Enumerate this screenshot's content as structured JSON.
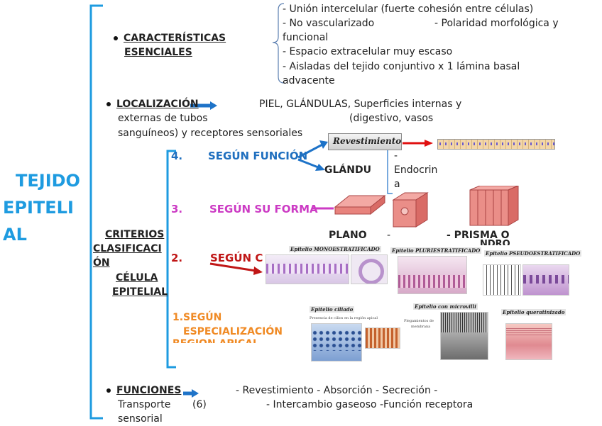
{
  "title": {
    "line1": "TEJIDO",
    "line2": "EPITELI",
    "line3": "AL"
  },
  "caracteristicas": {
    "label_line1": "CARACTERÍSTICAS",
    "label_line2": "ESENCIALES",
    "items": [
      "- Unión intercelular (fuerte cohesión entre células)",
      "- No vascularizado",
      "- Polaridad morfológica y",
      "funcional",
      "- Espacio extracelular muy escaso",
      "- Aisladas del tejido conjuntivo x 1 lámina basal",
      "advacente"
    ]
  },
  "localizacion": {
    "label": "LOCALIZACIÓN",
    "line1a": "PIEL, GLÁNDULAS, Superficies internas y",
    "line2a": "externas de tubos",
    "line2b": "(digestivo, vasos",
    "line3": "sanguíneos) y receptores sensoriales"
  },
  "criterios": {
    "line1": "CRITERIOS",
    "line2": "CLASIFICACI",
    "line3": "ÓN",
    "line4": "CÉLULA",
    "line5": "EPITELIAL"
  },
  "funcion": {
    "number": "4.",
    "label": "SEGÚN FUNCIÓN",
    "revestimiento": "Revestimiento",
    "glandular": "GLÁNDU",
    "dash": "-",
    "endocrina1": "Endocrin",
    "endocrina2": "a"
  },
  "forma": {
    "number": "3.",
    "label": "SEGÚN SU FORMA",
    "plano": "PLANO",
    "dash": "-",
    "prisma1": "- PRISMA O",
    "prisma2": "NDRO"
  },
  "capas": {
    "number": "2.",
    "label": "SEGÚN C",
    "img1": "Epitelio MONOESTRATIFICADO",
    "img2": "Epitelio PLURIESTRATIFICADO",
    "img3": "Epitelio PSEUDOESTRATIFICADO"
  },
  "especializacion": {
    "line1": "1.SEGÚN",
    "line2": "ESPECIALIZACIÓN",
    "line3": "REGIÓN APICAL",
    "img1": "Epitelio ciliado",
    "img1_caption": "Presencia de cilios en la región apical",
    "img2": "Epitelio con microvilli",
    "img2_caption1": "Plegamientos de",
    "img2_caption2": "membrana",
    "img3": "Epitelio queratinizado"
  },
  "funciones": {
    "label": "FUNCIONES",
    "line1": "- Revestimiento       - Absorción    - Secreción    -",
    "line2a": "Transporte",
    "line2b": "(6)",
    "line2c": "- Intercambio gaseoso   -Función receptora",
    "line3": "sensorial"
  },
  "colors": {
    "bracket": "#1e9be0",
    "arrow_blue": "#1e73c8",
    "arrow_red": "#e01010",
    "title": "#1e9be0"
  }
}
